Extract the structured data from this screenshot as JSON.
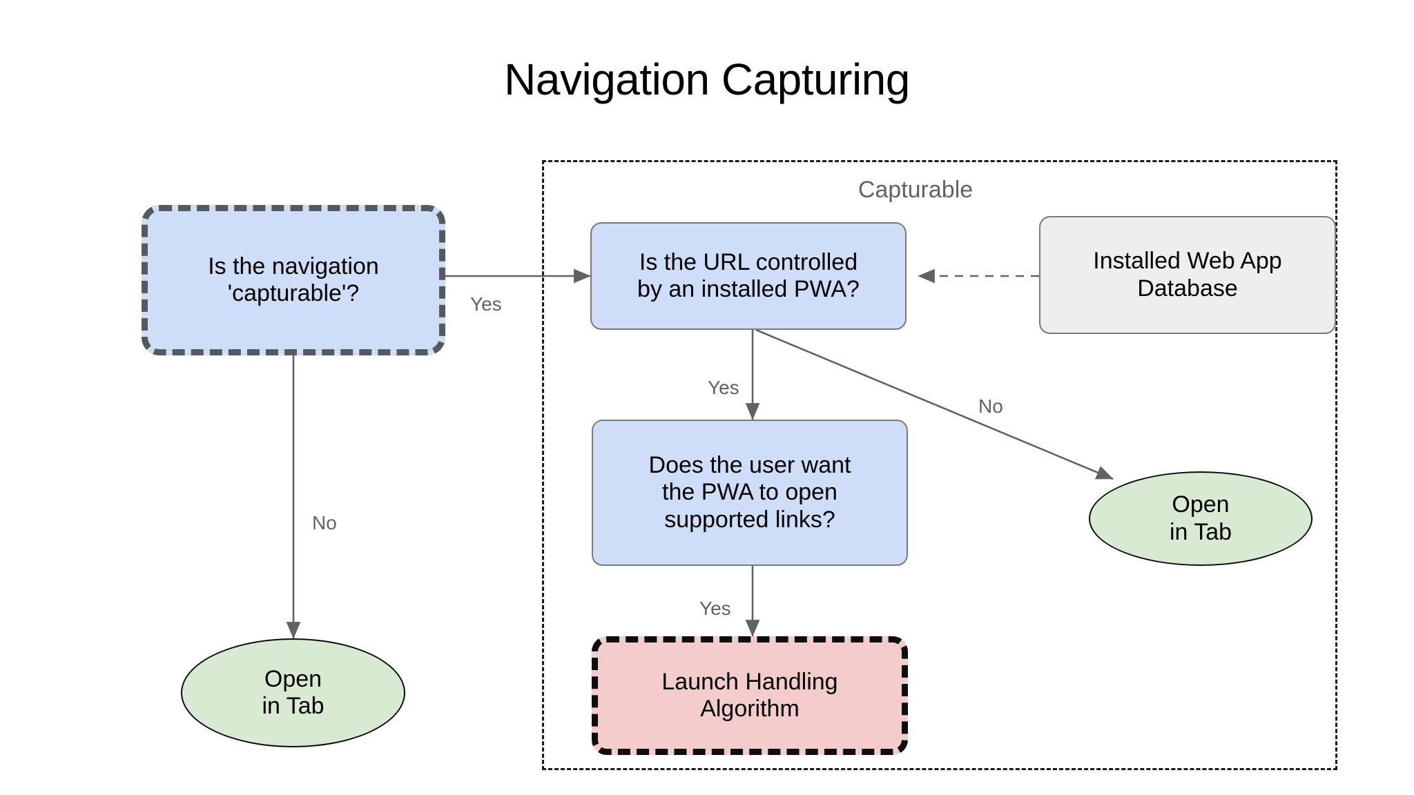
{
  "diagram": {
    "title": "Navigation Capturing",
    "group": {
      "label": "Capturable"
    },
    "nodes": [
      {
        "id": "is-navigation-capturable",
        "kind": "decision",
        "shape": "rounded-rect",
        "style": "blue-dashed",
        "lines": [
          "Is the navigation",
          "'capturable'?"
        ]
      },
      {
        "id": "is-url-controlled-by-pwa",
        "kind": "decision",
        "shape": "rounded-rect",
        "style": "blue",
        "lines": [
          "Is the URL controlled",
          "by an installed PWA?"
        ]
      },
      {
        "id": "installed-web-app-database",
        "kind": "datastore",
        "shape": "rounded-rect",
        "style": "gray",
        "lines": [
          "Installed Web App",
          "Database"
        ]
      },
      {
        "id": "does-user-want-pwa-open-links",
        "kind": "decision",
        "shape": "rounded-rect",
        "style": "blue",
        "lines": [
          "Does the user want",
          "the PWA to open",
          "supported links?"
        ]
      },
      {
        "id": "launch-handling-algorithm",
        "kind": "process",
        "shape": "rounded-rect",
        "style": "pink-dashed",
        "lines": [
          "Launch Handling",
          "Algorithm"
        ]
      },
      {
        "id": "open-in-tab-left",
        "kind": "terminal",
        "shape": "ellipse",
        "style": "green",
        "lines": [
          "Open",
          "in Tab"
        ]
      },
      {
        "id": "open-in-tab-right",
        "kind": "terminal",
        "shape": "ellipse",
        "style": "green",
        "lines": [
          "Open",
          "in Tab"
        ]
      }
    ],
    "edges": [
      {
        "id": "capturable-yes",
        "from": "is-navigation-capturable",
        "to": "is-url-controlled-by-pwa",
        "label": "Yes",
        "style": "solid"
      },
      {
        "id": "capturable-no",
        "from": "is-navigation-capturable",
        "to": "open-in-tab-left",
        "label": "No",
        "style": "solid"
      },
      {
        "id": "url-controlled-yes",
        "from": "is-url-controlled-by-pwa",
        "to": "does-user-want-pwa-open-links",
        "label": "Yes",
        "style": "solid"
      },
      {
        "id": "url-controlled-no",
        "from": "is-url-controlled-by-pwa",
        "to": "open-in-tab-right",
        "label": "No",
        "style": "solid"
      },
      {
        "id": "user-want-yes",
        "from": "does-user-want-pwa-open-links",
        "to": "launch-handling-algorithm",
        "label": "Yes",
        "style": "solid"
      },
      {
        "id": "database-lookup",
        "from": "installed-web-app-database",
        "to": "is-url-controlled-by-pwa",
        "label": "",
        "style": "dashed"
      }
    ],
    "colors": {
      "blue_fill": "#cfdef8",
      "green_fill": "#d9ead3",
      "pink_fill": "#f4cccc",
      "gray_fill": "#eeeeee",
      "edge_stroke": "#5f6368",
      "label_text": "#5f6368",
      "dashed_group_border": "#1b1b1b"
    }
  }
}
